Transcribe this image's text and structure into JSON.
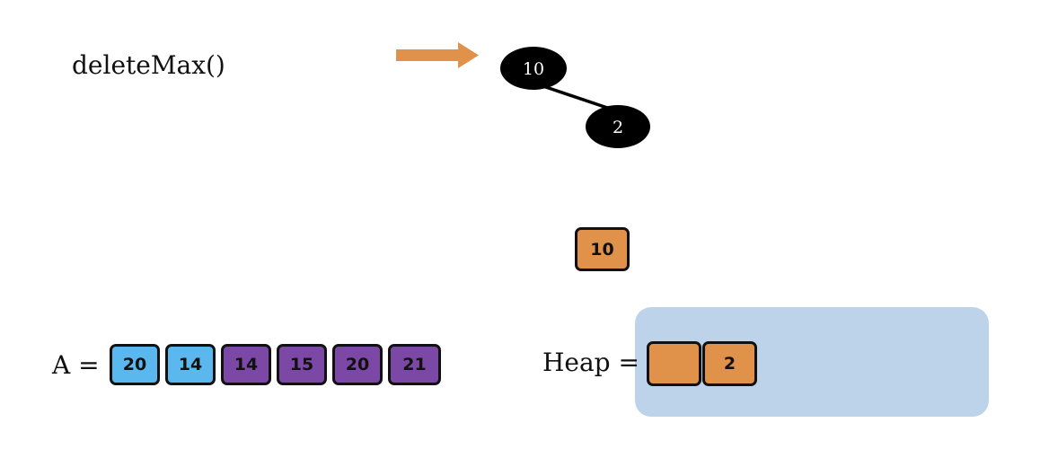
{
  "operation": {
    "title": "deleteMax()"
  },
  "colors": {
    "arrow": "#e0914a",
    "node": "#000000",
    "sorted_cell": "#5bb8ef",
    "unsorted_cell": "#7b48a5",
    "heap_cell": "#e0914a",
    "heap_panel": "#bdd3ea"
  },
  "tree": {
    "nodes": [
      {
        "id": "root",
        "label": "10"
      },
      {
        "id": "child",
        "label": "2"
      }
    ]
  },
  "extracted": {
    "value": "10"
  },
  "array": {
    "label": "A =",
    "cells": [
      {
        "value": "20",
        "state": "sorted"
      },
      {
        "value": "14",
        "state": "sorted"
      },
      {
        "value": "14",
        "state": "unsorted"
      },
      {
        "value": "15",
        "state": "unsorted"
      },
      {
        "value": "20",
        "state": "unsorted"
      },
      {
        "value": "21",
        "state": "unsorted"
      }
    ]
  },
  "heap": {
    "label": "Heap =",
    "cells": [
      {
        "value": ""
      },
      {
        "value": "2"
      }
    ]
  }
}
